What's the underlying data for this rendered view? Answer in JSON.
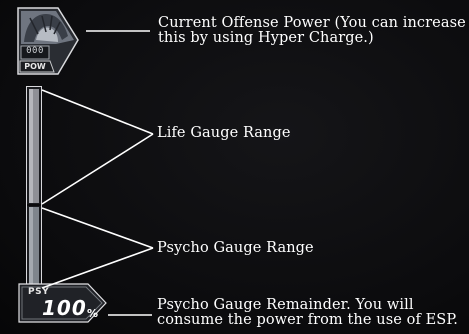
{
  "portrait": {
    "pow_value": "000",
    "pow_label": "POW"
  },
  "gauge": {
    "psy_label": "PSY",
    "psy_value": "100",
    "psy_unit": "%"
  },
  "callouts": {
    "offense_line1": "Current Offense Power (You can increase",
    "offense_line2": "this by using Hyper Charge.)",
    "life": "Life Gauge Range",
    "psycho": "Psycho Gauge Range",
    "remainder_line1": "Psycho Gauge Remainder. You will",
    "remainder_line2": "consume the power from the use of ESP."
  },
  "colors": {
    "background": "#0a0a0c",
    "text": "#ffffff",
    "gauge_life": "#9a9aa0",
    "gauge_psycho": "#8c9096",
    "frame": "#d8d8dc"
  }
}
